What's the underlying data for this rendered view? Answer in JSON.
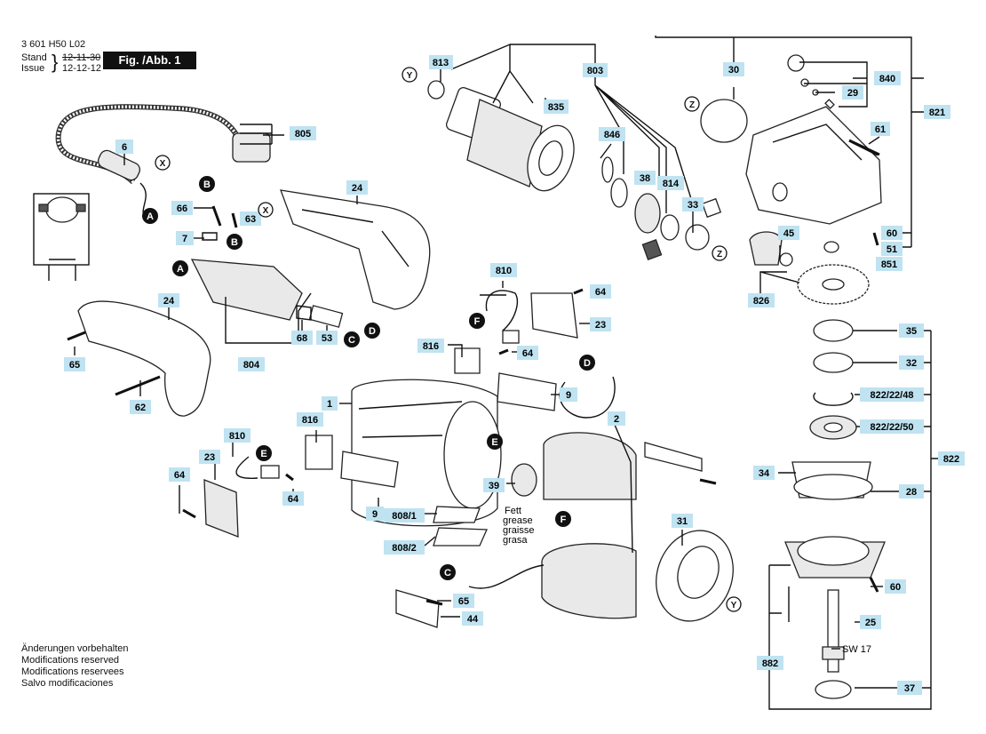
{
  "header": {
    "doc_number": "3 601 H50 L02",
    "stand_label": "Stand",
    "issue_label": "Issue",
    "stand_date": "12-11-30",
    "issue_date": "12-12-12",
    "figure_label": "Fig. /Abb. 1"
  },
  "notes": [
    "Änderungen vorbehalten",
    "Modifications reserved",
    "Modifications reservees",
    "Salvo modificaciones"
  ],
  "grease_note": [
    "Fett",
    "grease",
    "graisse",
    "grasa"
  ],
  "wrench_label": "SW 17",
  "part_labels": {
    "p813": "813",
    "p803": "803",
    "p30": "30",
    "p840": "840",
    "p835": "835",
    "p29": "29",
    "p821": "821",
    "p61": "61",
    "p846": "846",
    "p38": "38",
    "p814": "814",
    "p33": "33",
    "p45": "45",
    "p60a": "60",
    "p51": "51",
    "p851": "851",
    "p826": "826",
    "p805": "805",
    "p6": "6",
    "p24a": "24",
    "p66": "66",
    "p63": "63",
    "p7": "7",
    "p804": "804",
    "p68": "68",
    "p53": "53",
    "p24b": "24",
    "p65a": "65",
    "p62": "62",
    "p810a": "810",
    "p64a": "64",
    "p23a": "23",
    "p816a": "816",
    "p64b": "64",
    "p1": "1",
    "p9a": "9",
    "p2": "2",
    "p35": "35",
    "p32": "32",
    "p822_48": "822/22/48",
    "p822_50": "822/22/50",
    "p822": "822",
    "p34": "34",
    "p28": "28",
    "p816b": "816",
    "p810b": "810",
    "p23b": "23",
    "p64c": "64",
    "p64d": "64",
    "p39": "39",
    "p9b": "9",
    "p808_1": "808/1",
    "p808_2": "808/2",
    "p31": "31",
    "p60b": "60",
    "p25": "25",
    "p65b": "65",
    "p44": "44",
    "p882": "882",
    "p37": "37"
  },
  "wire_markers": {
    "X": "X",
    "Y": "Y",
    "Z": "Z",
    "A": "A",
    "B": "B",
    "C": "C",
    "D": "D",
    "E": "E",
    "F": "F"
  }
}
